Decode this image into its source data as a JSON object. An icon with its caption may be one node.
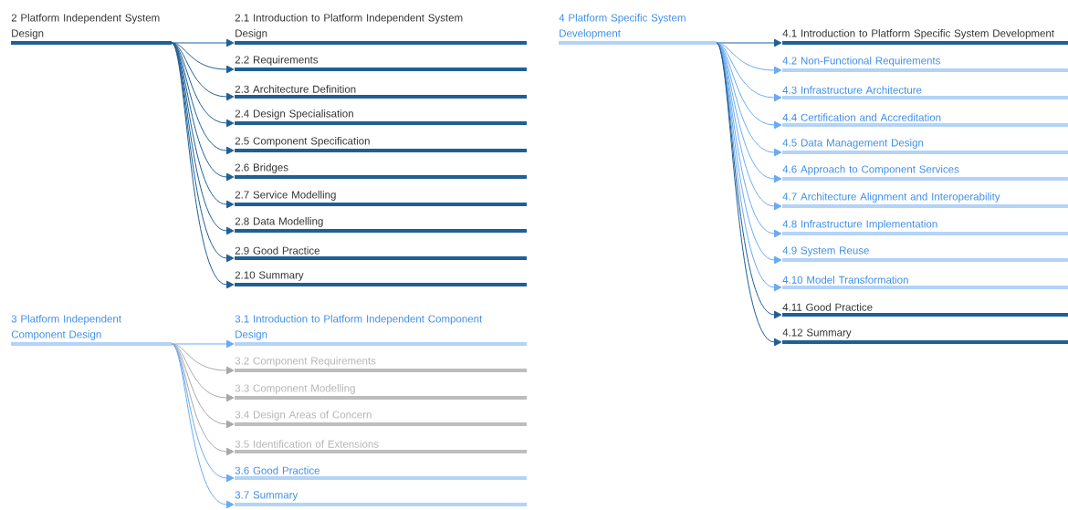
{
  "diagram": {
    "nodes": [
      {
        "text": [
          "2 Platform Independent System Design"
        ]
      },
      {
        "text": [
          "2.1 Introduction to Platform Independent System Design"
        ]
      },
      {
        "text": [
          "2.2 Requirements"
        ]
      },
      {
        "text": [
          "2.3 Architecture Definition"
        ]
      },
      {
        "text": [
          "2.4 Design Specialisation"
        ]
      },
      {
        "text": [
          "2.5 Component Specification"
        ]
      },
      {
        "text": [
          "2.6 Bridges"
        ]
      },
      {
        "text": [
          "2.7 Service Modelling"
        ]
      },
      {
        "text": [
          "2.8 Data Modelling"
        ]
      },
      {
        "text": [
          "2.9 Good Practice"
        ]
      },
      {
        "text": [
          "2.10 Summary"
        ]
      },
      {
        "text": [
          "3 Platform Independent Component Design"
        ]
      },
      {
        "text": [
          "3.1 Introduction to Platform Independent Component Design"
        ]
      },
      {
        "text": [
          "3.2 Component Requirements"
        ]
      },
      {
        "text": [
          "3.3 Component Modelling"
        ]
      },
      {
        "text": [
          "3.4 Design Areas of Concern"
        ]
      },
      {
        "text": [
          "3.5 Identification of Extensions"
        ]
      },
      {
        "text": [
          "3.6 Good Practice"
        ]
      },
      {
        "text": [
          "3.7 Summary"
        ]
      },
      {
        "text": [
          "4 Platform Specific System Development"
        ]
      },
      {
        "text": [
          "4.1 Introduction to Platform Specific System Development"
        ]
      },
      {
        "text": [
          "4.2 Non-Functional Requirements"
        ]
      },
      {
        "text": [
          "4.3 Infrastructure Architecture"
        ]
      },
      {
        "text": [
          "4.4 Certification and Accreditation"
        ]
      },
      {
        "text": [
          "4.5 Data Management Design"
        ]
      },
      {
        "text": [
          "4.6 Approach to Component Services"
        ]
      },
      {
        "text": [
          "4.7 Architecture Alignment and Interoperability"
        ]
      },
      {
        "text": [
          "4.8 Infrastructure Implementation"
        ]
      },
      {
        "text": [
          "4.9 System Reuse"
        ]
      },
      {
        "text": [
          "4.10 Model Transformation"
        ]
      },
      {
        "text": [
          "4.11 Good Practice"
        ]
      },
      {
        "text": [
          "4.12 Summary"
        ]
      }
    ],
    "edges": [
      {
        "from": 0,
        "to": 1,
        "arrow": "to"
      },
      {
        "from": 0,
        "to": 2,
        "arrow": "to"
      },
      {
        "from": 0,
        "to": 3,
        "arrow": "to"
      },
      {
        "from": 0,
        "to": 4,
        "arrow": "to"
      },
      {
        "from": 0,
        "to": 5,
        "arrow": "to"
      },
      {
        "from": 0,
        "to": 6,
        "arrow": "to"
      },
      {
        "from": 0,
        "to": 7,
        "arrow": "to"
      },
      {
        "from": 0,
        "to": 8,
        "arrow": "to"
      },
      {
        "from": 0,
        "to": 9,
        "arrow": "to"
      },
      {
        "from": 0,
        "to": 10,
        "arrow": "to"
      },
      {
        "from": 11,
        "to": 12,
        "arrow": "to",
        "color": "#6aaaf2"
      },
      {
        "from": 11,
        "to": 13,
        "arrow": "to",
        "color": "#a8a8a8"
      },
      {
        "from": 11,
        "to": 14,
        "arrow": "to",
        "color": "#a8a8a8"
      },
      {
        "from": 11,
        "to": 15,
        "arrow": "to",
        "color": "#a8a8a8"
      },
      {
        "from": 11,
        "to": 16,
        "arrow": "to",
        "color": "#a8a8a8"
      },
      {
        "from": 11,
        "to": 17,
        "arrow": "to",
        "color": "#6aaaf2"
      },
      {
        "from": 11,
        "to": 18,
        "arrow": "to",
        "color": "#6aaaf2"
      },
      {
        "from": 19,
        "to": 20,
        "arrow": "to"
      },
      {
        "from": 19,
        "to": 21,
        "arrow": "to",
        "color": "#6aaaf2"
      },
      {
        "from": 19,
        "to": 22,
        "arrow": "to",
        "color": "#6aaaf2"
      },
      {
        "from": 19,
        "to": 23,
        "arrow": "to",
        "color": "#6aaaf2"
      },
      {
        "from": 19,
        "to": 24,
        "arrow": "to",
        "color": "#6aaaf2"
      },
      {
        "from": 19,
        "to": 25,
        "arrow": "to",
        "color": "#6aaaf2"
      },
      {
        "from": 19,
        "to": 26,
        "arrow": "to",
        "color": "#6aaaf2"
      },
      {
        "from": 19,
        "to": 27,
        "arrow": "to",
        "color": "#6aaaf2"
      },
      {
        "from": 19,
        "to": 28,
        "arrow": "to",
        "color": "#6aaaf2"
      },
      {
        "from": 19,
        "to": 29,
        "arrow": "to",
        "color": "#6aaaf2"
      },
      {
        "from": 19,
        "to": 30,
        "arrow": "to"
      },
      {
        "from": 19,
        "to": 31,
        "arrow": "to"
      }
    ]
  }
}
